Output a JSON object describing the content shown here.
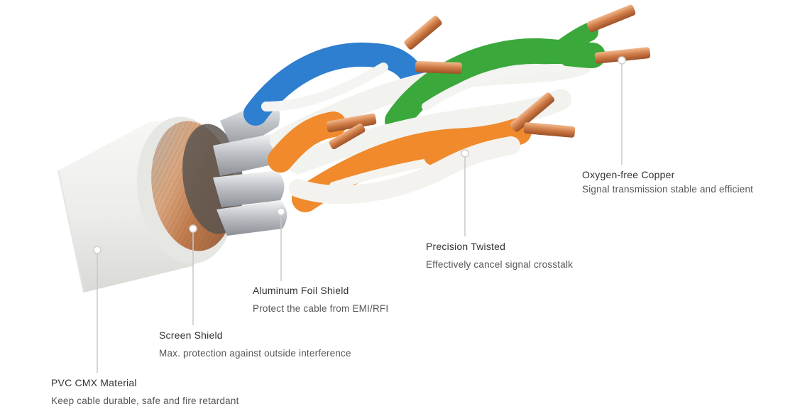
{
  "callouts": {
    "oxygen_copper": {
      "title": "Oxygen-free Copper",
      "description": "Signal transmission stable and efficient"
    },
    "precision_twisted": {
      "title": "Precision Twisted",
      "description": "Effectively cancel signal crosstalk"
    },
    "aluminum_foil": {
      "title": "Aluminum Foil Shield",
      "description": "Protect the cable from EMI/RFI"
    },
    "screen_shield": {
      "title": "Screen Shield",
      "description": "Max. protection against outside interference"
    },
    "pvc_material": {
      "title": "PVC CMX Material",
      "description": "Keep cable durable, safe and fire retardant"
    }
  },
  "colors": {
    "jacket": "#eeeeec",
    "braid": "#c88a5e",
    "foil": "#cfd2d6",
    "blue_pair": "#2e7fd0",
    "green_pair": "#3aa83a",
    "orange_pair": "#f08a2c",
    "copper": "#d98a55",
    "leader_line": "#c9c9c9"
  }
}
